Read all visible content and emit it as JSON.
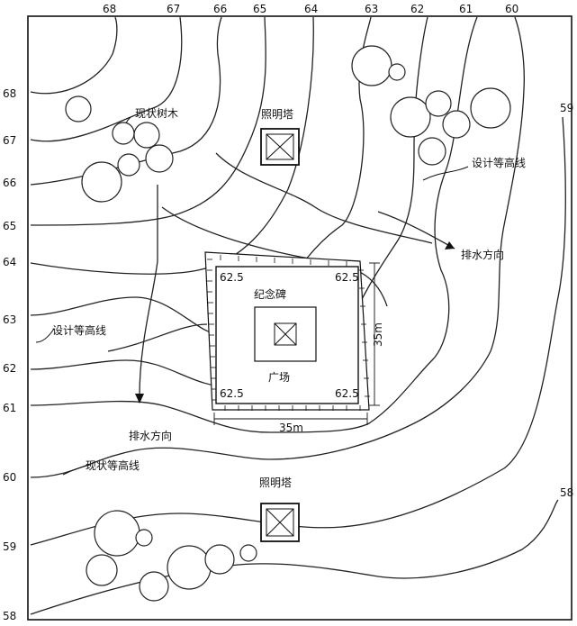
{
  "top_contour_labels": [
    "68",
    "67",
    "66",
    "65",
    "64",
    "63",
    "62",
    "61",
    "60"
  ],
  "left_contour_labels": [
    "68",
    "67",
    "66",
    "65",
    "64",
    "63",
    "62",
    "61",
    "60",
    "59",
    "58"
  ],
  "right_contour_labels": [
    "59",
    "58"
  ],
  "annotations": {
    "existing_trees": "现状树木",
    "light_tower_top": "照明塔",
    "light_tower_bottom": "照明塔",
    "design_contour_right": "设计等高线",
    "design_contour_left": "设计等高线",
    "drainage_right": "排水方向",
    "drainage_bottom": "排水方向",
    "existing_contour": "现状等高线",
    "monument": "纪念碑",
    "plaza": "广场"
  },
  "plaza": {
    "corner_elevations": [
      "62.5",
      "62.5",
      "62.5",
      "62.5"
    ],
    "width_label": "35m",
    "height_label": "35m"
  }
}
